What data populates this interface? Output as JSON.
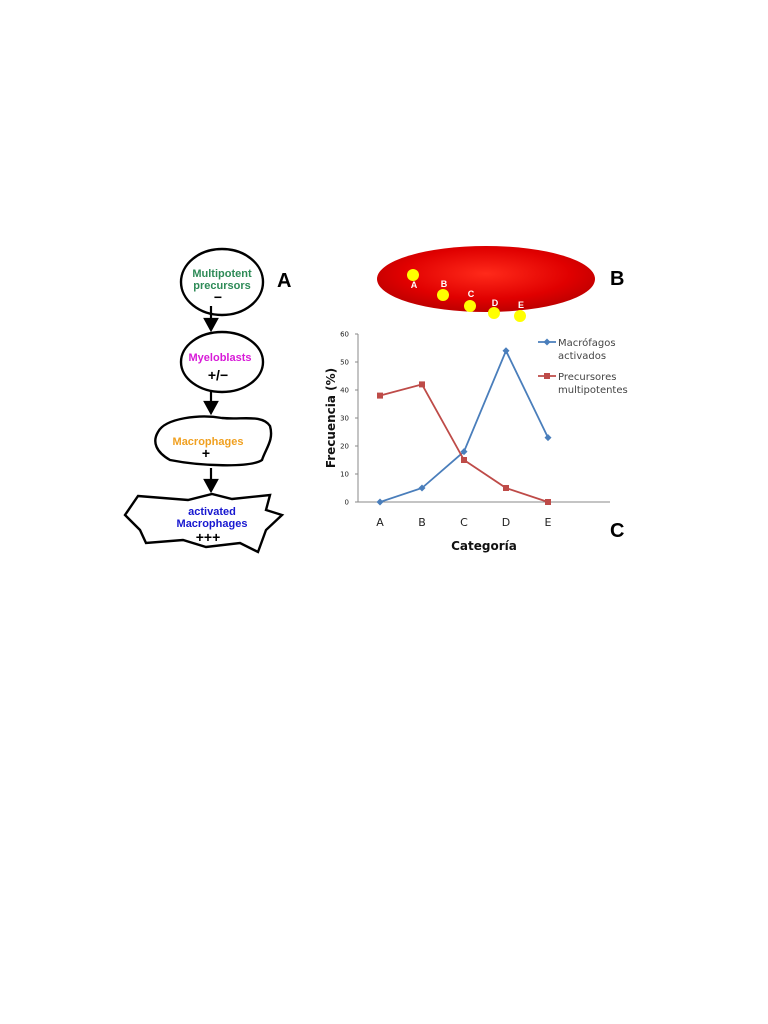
{
  "panels": {
    "a": "A",
    "b": "B",
    "c": "C"
  },
  "flow": {
    "stages": [
      {
        "lines": [
          "Multipotent",
          "precursors"
        ],
        "color": "#2e8b57",
        "sign": "−"
      },
      {
        "lines": [
          "Myeloblasts"
        ],
        "color": "#d81bd8",
        "sign": "+/−"
      },
      {
        "lines": [
          "Macrophages"
        ],
        "color": "#f0a020",
        "sign": "+"
      },
      {
        "lines": [
          "activated",
          "Macrophages"
        ],
        "color": "#1818d0",
        "sign": "+++"
      }
    ]
  },
  "cell_diagram": {
    "fill_color": "#e00000",
    "dot_color": "#ffff00",
    "dots": [
      "A",
      "B",
      "C",
      "D",
      "E"
    ]
  },
  "chart_data": {
    "type": "line",
    "categories": [
      "A",
      "B",
      "C",
      "D",
      "E"
    ],
    "xlabel": "Categoría",
    "ylabel": "Frecuencia (%)",
    "ylim": [
      0,
      60
    ],
    "yticks": [
      0,
      10,
      20,
      30,
      40,
      50,
      60
    ],
    "grid": false,
    "legend_position": "right",
    "series": [
      {
        "name": "Macrófagos activados",
        "legend_lines": [
          "Macrófagos",
          "activados"
        ],
        "values": [
          0,
          5,
          18,
          54,
          23
        ],
        "color": "#4a7ebb",
        "marker": "diamond"
      },
      {
        "name": "Precursores multipotentes",
        "legend_lines": [
          "Precursores",
          "multipotentes"
        ],
        "values": [
          38,
          42,
          15,
          5,
          0
        ],
        "color": "#be4b48",
        "marker": "square"
      }
    ]
  }
}
